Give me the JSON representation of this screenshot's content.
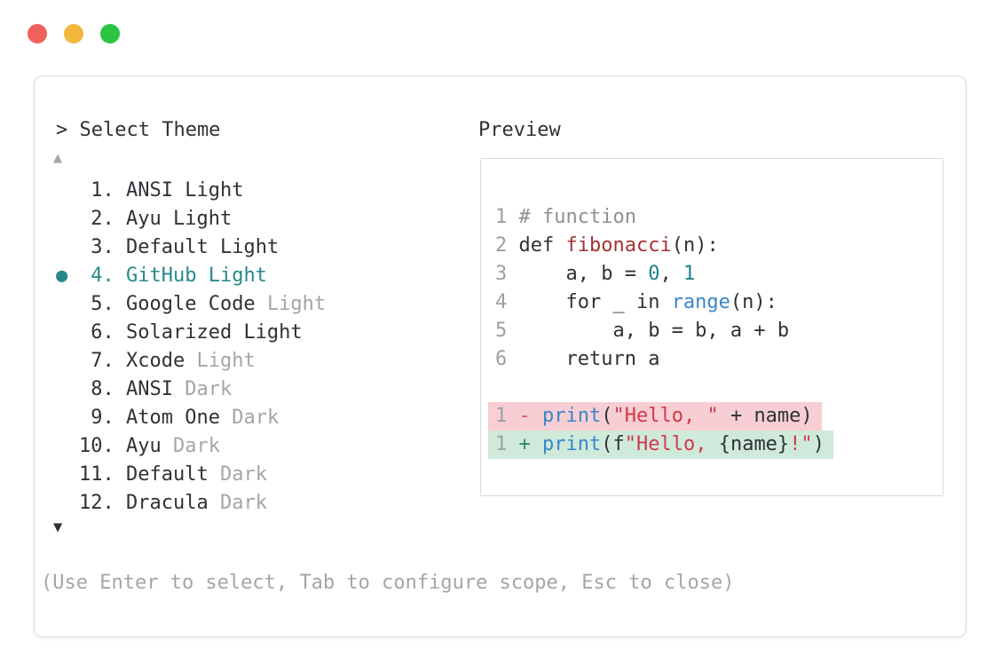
{
  "titlebar": {
    "traffic_lights": [
      {
        "name": "close",
        "color": "#f2605c"
      },
      {
        "name": "minimize",
        "color": "#f3b73d"
      },
      {
        "name": "zoom",
        "color": "#2cc342"
      }
    ]
  },
  "selector": {
    "prompt": "> Select Theme",
    "up_arrow_glyph": "▲",
    "down_arrow_glyph": "▼",
    "bullet_glyph": "●",
    "items": [
      {
        "num": "1",
        "name": "ANSI",
        "variant": "Light",
        "variant_muted": false,
        "selected": false
      },
      {
        "num": "2",
        "name": "Ayu",
        "variant": "Light",
        "variant_muted": false,
        "selected": false
      },
      {
        "num": "3",
        "name": "Default",
        "variant": "Light",
        "variant_muted": false,
        "selected": false
      },
      {
        "num": "4",
        "name": "GitHub",
        "variant": "Light",
        "variant_muted": false,
        "selected": true
      },
      {
        "num": "5",
        "name": "Google Code",
        "variant": "Light",
        "variant_muted": true,
        "selected": false
      },
      {
        "num": "6",
        "name": "Solarized",
        "variant": "Light",
        "variant_muted": false,
        "selected": false
      },
      {
        "num": "7",
        "name": "Xcode",
        "variant": "Light",
        "variant_muted": true,
        "selected": false
      },
      {
        "num": "8",
        "name": "ANSI",
        "variant": "Dark",
        "variant_muted": true,
        "selected": false
      },
      {
        "num": "9",
        "name": "Atom One",
        "variant": "Dark",
        "variant_muted": true,
        "selected": false
      },
      {
        "num": "10",
        "name": "Ayu",
        "variant": "Dark",
        "variant_muted": true,
        "selected": false
      },
      {
        "num": "11",
        "name": "Default",
        "variant": "Dark",
        "variant_muted": true,
        "selected": false
      },
      {
        "num": "12",
        "name": "Dracula",
        "variant": "Dark",
        "variant_muted": true,
        "selected": false
      }
    ],
    "help_text": "(Use Enter to select, Tab to configure scope, Esc to close)"
  },
  "preview": {
    "label": "Preview",
    "code_lines": [
      {
        "num": "1",
        "tokens": [
          {
            "t": "# function",
            "c": "comment"
          }
        ]
      },
      {
        "num": "2",
        "tokens": [
          {
            "t": "def ",
            "c": "text"
          },
          {
            "t": "fibonacci",
            "c": "func"
          },
          {
            "t": "(n):",
            "c": "text"
          }
        ]
      },
      {
        "num": "3",
        "tokens": [
          {
            "t": "    a, b = ",
            "c": "text"
          },
          {
            "t": "0",
            "c": "num"
          },
          {
            "t": ", ",
            "c": "text"
          },
          {
            "t": "1",
            "c": "num"
          }
        ]
      },
      {
        "num": "4",
        "tokens": [
          {
            "t": "    for _ in ",
            "c": "text"
          },
          {
            "t": "range",
            "c": "builtin"
          },
          {
            "t": "(n):",
            "c": "text"
          }
        ]
      },
      {
        "num": "5",
        "tokens": [
          {
            "t": "        a, b = b, a + b",
            "c": "text"
          }
        ]
      },
      {
        "num": "6",
        "tokens": [
          {
            "t": "    return a",
            "c": "text"
          }
        ]
      }
    ],
    "diff_lines": [
      {
        "num": "1",
        "kind": "removed",
        "tokens": [
          {
            "t": "- ",
            "c": "minus"
          },
          {
            "t": "print",
            "c": "builtin"
          },
          {
            "t": "(",
            "c": "text"
          },
          {
            "t": "\"Hello, \"",
            "c": "string"
          },
          {
            "t": " + name)",
            "c": "text"
          }
        ]
      },
      {
        "num": "1",
        "kind": "added",
        "tokens": [
          {
            "t": "+ ",
            "c": "plus"
          },
          {
            "t": "print",
            "c": "builtin"
          },
          {
            "t": "(f",
            "c": "text"
          },
          {
            "t": "\"Hello, ",
            "c": "string"
          },
          {
            "t": "{name}",
            "c": "text"
          },
          {
            "t": "!\"",
            "c": "string"
          },
          {
            "t": ")",
            "c": "text"
          }
        ]
      }
    ]
  },
  "colors": {
    "accent_teal": "#27898b",
    "text_dark": "#2e3236",
    "muted_gray": "#a2a6a9",
    "lineno_gray": "#9aa0a4",
    "comment_green": "#8b9389",
    "function_red": "#a53130",
    "number_teal": "#1d808a",
    "builtin_blue": "#3987c9",
    "string_red": "#d13a4c",
    "diff_minus_red": "#d15a68",
    "diff_plus_green": "#27896f",
    "removed_bg": "#f7ced3",
    "added_bg": "#cfe9da",
    "border_gray": "#d9dadb"
  }
}
